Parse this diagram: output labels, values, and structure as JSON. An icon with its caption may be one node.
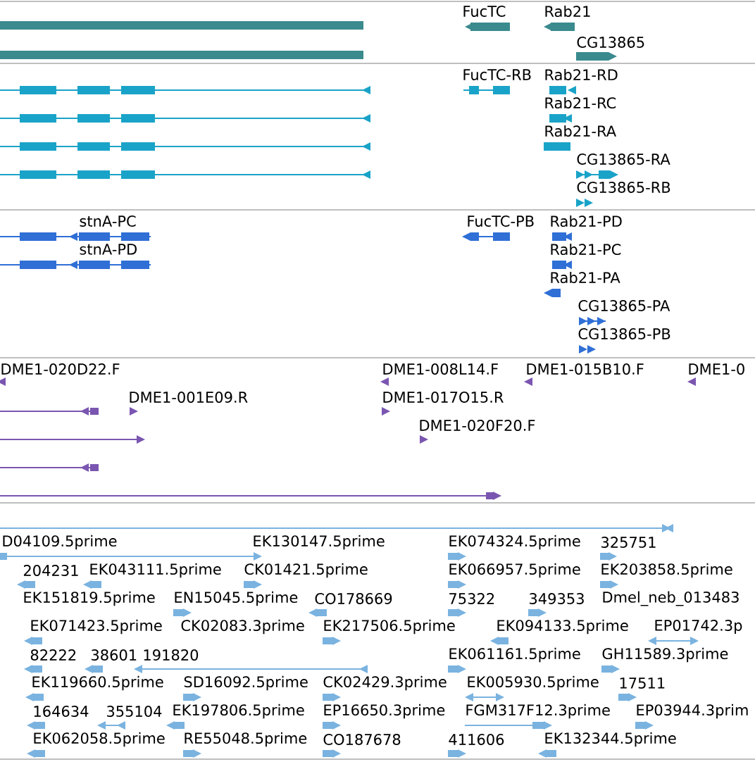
{
  "diagram": {
    "labels": [
      "FucTC",
      "Rab21",
      "CG13865",
      "FucTC-RB",
      "Rab21-RD",
      "Rab21-RC",
      "Rab21-RA",
      "CG13865-RA",
      "CG13865-RB",
      "stnA-PC",
      "FucTC-PB",
      "Rab21-PD",
      "stnA-PD",
      "Rab21-PC",
      "Rab21-PA",
      "CG13865-PA",
      "CG13865-PB",
      "DME1-020D22.F",
      "DME1-008L14.F",
      "DME1-015B10.F",
      "DME1-0",
      "DME1-001E09.R",
      "DME1-017O15.R",
      "DME1-020F20.F",
      "D04109.5prime",
      "EK130147.5prime",
      "EK074324.5prime",
      "325751",
      "204231",
      "EK043111.5prime",
      "CK01421.5prime",
      "EK066957.5prime",
      "EK203858.5prime",
      "EK151819.5prime",
      "EN15045.5prime",
      "CO178669",
      "75322",
      "349353",
      "Dmel_neb_013483",
      "EK071423.5prime",
      "CK02083.3prime",
      "EK217506.5prime",
      "EK094133.5prime",
      "EP01742.3p",
      "82222",
      "38601",
      "191820",
      "EK061161.5prime",
      "GH11589.3prime",
      "EK119660.5prime",
      "SD16092.5prime",
      "CK02429.3prime",
      "EK005930.5prime",
      "17511",
      "164634",
      "355104",
      "EK197806.5prime",
      "EP16650.3prime",
      "FGM317F12.3prime",
      "EP03944.3prim",
      "EK062058.5prime",
      "RE55048.5prime",
      "CO187678",
      "411606",
      "EK132344.5prime"
    ]
  }
}
